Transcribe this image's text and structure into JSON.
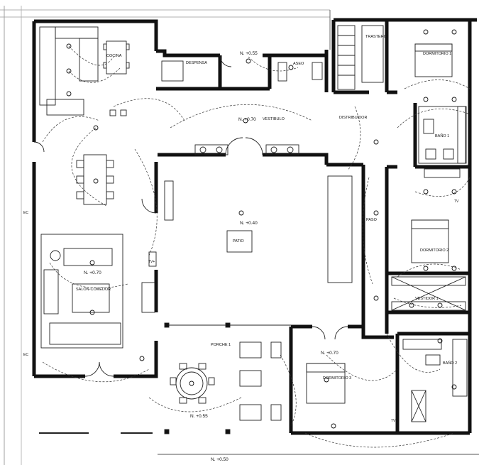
{
  "rooms": {
    "cocina": "COCINA",
    "despensa": "DESPENSA",
    "aseo": "ASEO",
    "trastero": "TRASTERO",
    "dormitorio1": "DORMITORIO 1",
    "dormitorio2": "DORMITORIO 2",
    "dormitorio3": "DORMITORIO 3",
    "bano1": "BAÑO 1",
    "bano2": "BAÑO 2",
    "vestibulo": "VESTIBULO",
    "distribuidor": "DISTRIBUIDOR",
    "paso": "PASO",
    "patio": "PATIO",
    "salon": "SALON-COMEDOR",
    "porche": "PORCHE 1",
    "vestidor": "VESTIDOR 1"
  },
  "levels": {
    "despensa": "N. +0.55",
    "vestibulo": "N. +0.70",
    "patio": "N. +0.40",
    "salon": "N. +0.70",
    "dormitorio3": "N. +0.70",
    "porche": "N. +0.55",
    "exterior": "N. +0.50"
  },
  "tags": {
    "tv_salon": "TV+",
    "tv_d2": "TV",
    "tv_d3": "TV",
    "ec_1": "EC",
    "ec_2": "EC"
  },
  "colors": {
    "wall": "#111111",
    "line": "#222222",
    "dashed": "#333333",
    "paper": "#ffffff"
  }
}
